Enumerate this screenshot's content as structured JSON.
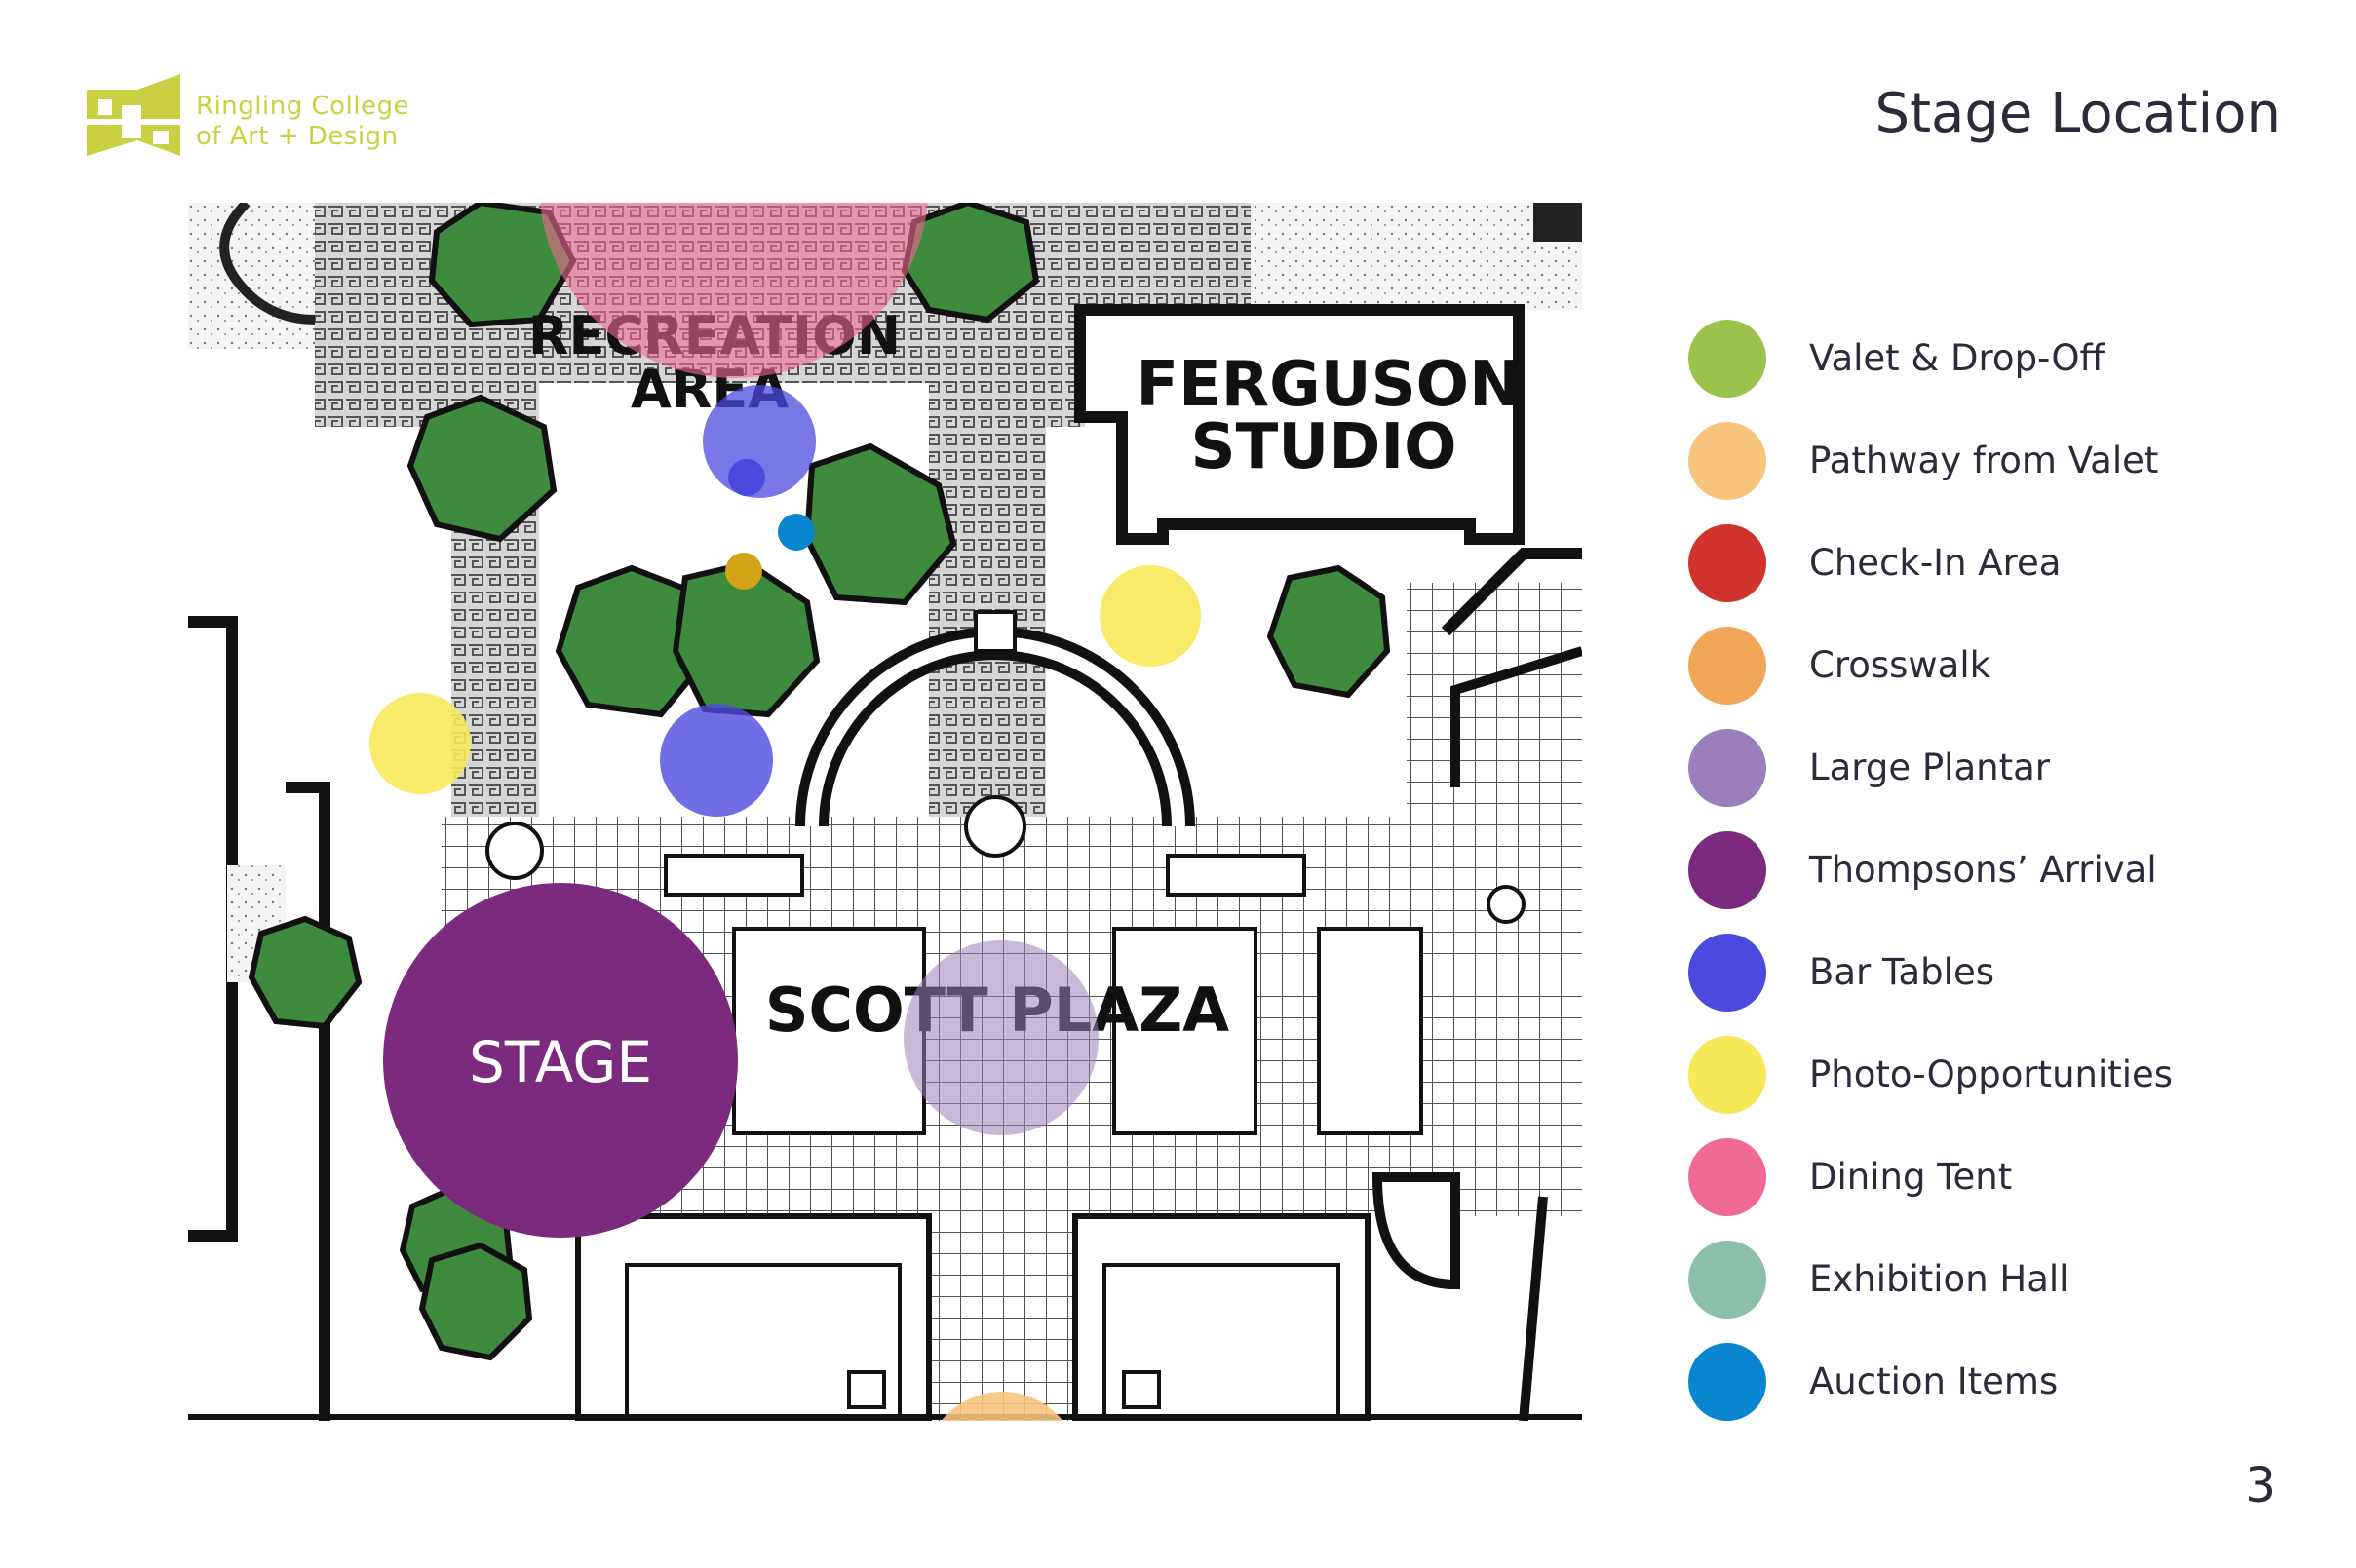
{
  "logo": {
    "line1": "Ringling College",
    "line2": "of Art + Design",
    "color": "#c9d142"
  },
  "page_title": "Stage Location",
  "page_number": "3",
  "map": {
    "labels": {
      "recreation": "RECREATION",
      "area": "AREA",
      "ferguson": "FERGUSON",
      "studio": "STUDIO",
      "scott_plaza": "SCOTT PLAZA",
      "stage": "STAGE"
    },
    "colors": {
      "tree": "#3e8a3e",
      "paving": "#c8c8c8",
      "stage": "#7b2a7e"
    }
  },
  "legend": [
    {
      "label": "Valet & Drop-Off",
      "color": "#9bc24c"
    },
    {
      "label": "Pathway from Valet",
      "color": "#f6c47c"
    },
    {
      "label": "Check-In Area",
      "color": "#d0342c"
    },
    {
      "label": "Crosswalk",
      "color": "#f2a65a"
    },
    {
      "label": "Large Plantar",
      "color": "#9b7fba"
    },
    {
      "label": "Thompsons’ Arrival",
      "color": "#7b2a7e"
    },
    {
      "label": "Bar Tables",
      "color": "#4c49de"
    },
    {
      "label": "Photo-Opportunities",
      "color": "#f7e85a"
    },
    {
      "label": "Dining Tent",
      "color": "#ef6a93"
    },
    {
      "label": "Exhibition Hall",
      "color": "#8bbfa9"
    },
    {
      "label": "Auction Items",
      "color": "#0a85cf"
    }
  ]
}
